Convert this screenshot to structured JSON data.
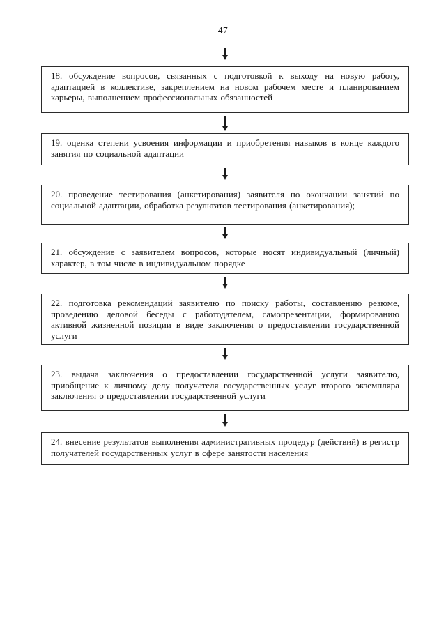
{
  "page": {
    "number": "47"
  },
  "flowchart": {
    "steps": [
      {
        "text": "18. обсуждение вопросов, связанных с подготовкой к выходу на новую работу, адаптацией в коллективе, закреплением на новом рабочем месте и планированием карьеры, выполнением профессиональных обязанностей"
      },
      {
        "text": "19. оценка степени усвоения информации и приобретения навыков в конце каждого занятия по социальной адаптации"
      },
      {
        "text": "20. проведение тестирования (анкетирования) заявителя по окончании занятий по социальной адаптации, обработка результатов тестирования (анкетирования);"
      },
      {
        "text": "21. обсуждение с заявителем вопросов, которые носят индивидуальный (личный) характер, в том числе в индивидуальном порядке"
      },
      {
        "text": "22. подготовка рекомендаций заявителю по поиску работы, составлению резюме, проведению деловой беседы с работодателем, самопрезентации, формированию активной жизненной позиции в виде заключения о предоставлении государственной услуги"
      },
      {
        "text": "23. выдача заключения о предоставлении государственной услуги заявителю, приобщение к личному делу получателя государственных услуг второго экземпляра заключения о предоставлении государственной услуги"
      },
      {
        "text": "24. внесение результатов выполнения административных процедур (действий) в регистр получателей государственных услуг в сфере занятости населения"
      }
    ]
  },
  "icons": {
    "flow_arrow": "down-arrow"
  },
  "colors": {
    "ink": "#1a1a1a",
    "border": "#2b2b2b",
    "background": "#ffffff"
  }
}
